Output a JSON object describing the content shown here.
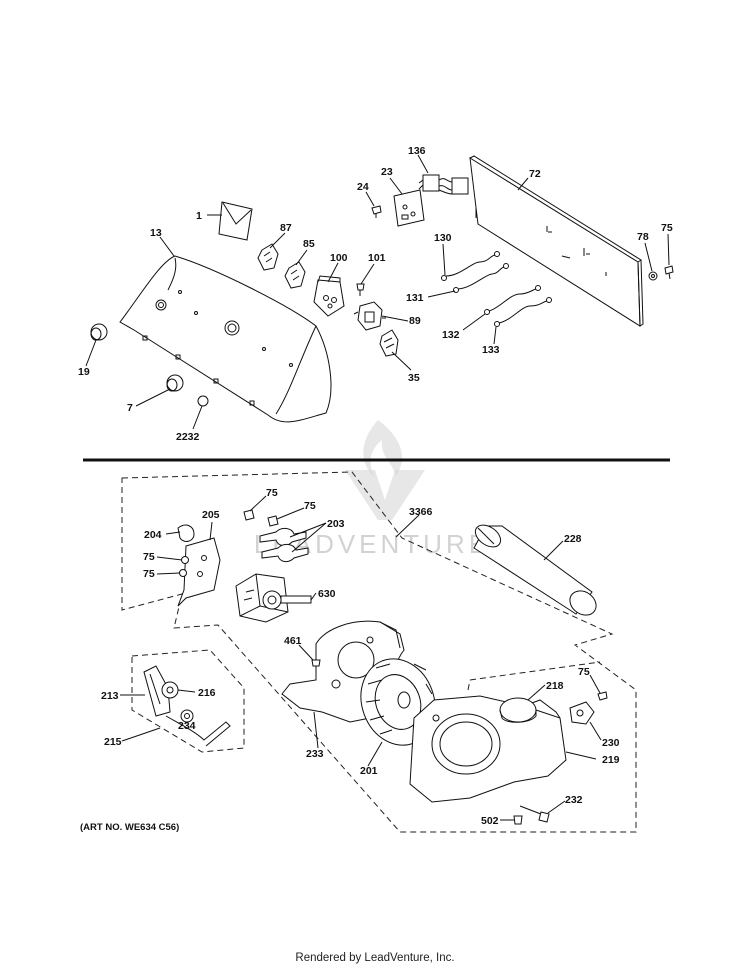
{
  "labels": {
    "p1": "1",
    "p13": "13",
    "p19": "19",
    "p7": "7",
    "p2232": "2232",
    "p87": "87",
    "p85": "85",
    "p100": "100",
    "p101": "101",
    "p89": "89",
    "p35": "35",
    "p24": "24",
    "p23": "23",
    "p136": "136",
    "p72": "72",
    "p130": "130",
    "p131": "131",
    "p132": "132",
    "p133": "133",
    "p78": "78",
    "p75a": "75",
    "p75b": "75",
    "p75c": "75",
    "p203": "203",
    "p3366": "3366",
    "p204": "204",
    "p205": "205",
    "p75d": "75",
    "p75e": "75",
    "p630": "630",
    "p228": "228",
    "p461": "461",
    "p218": "218",
    "p75f": "75",
    "p213": "213",
    "p216": "216",
    "p234": "234",
    "p215": "215",
    "p233": "233",
    "p201": "201",
    "p230": "230",
    "p219": "219",
    "p232": "232",
    "p502": "502"
  },
  "art_number": "(ART NO. WE634 C56)",
  "watermark": "LEADVENTURE",
  "footer": "Rendered by LeadVenture, Inc."
}
